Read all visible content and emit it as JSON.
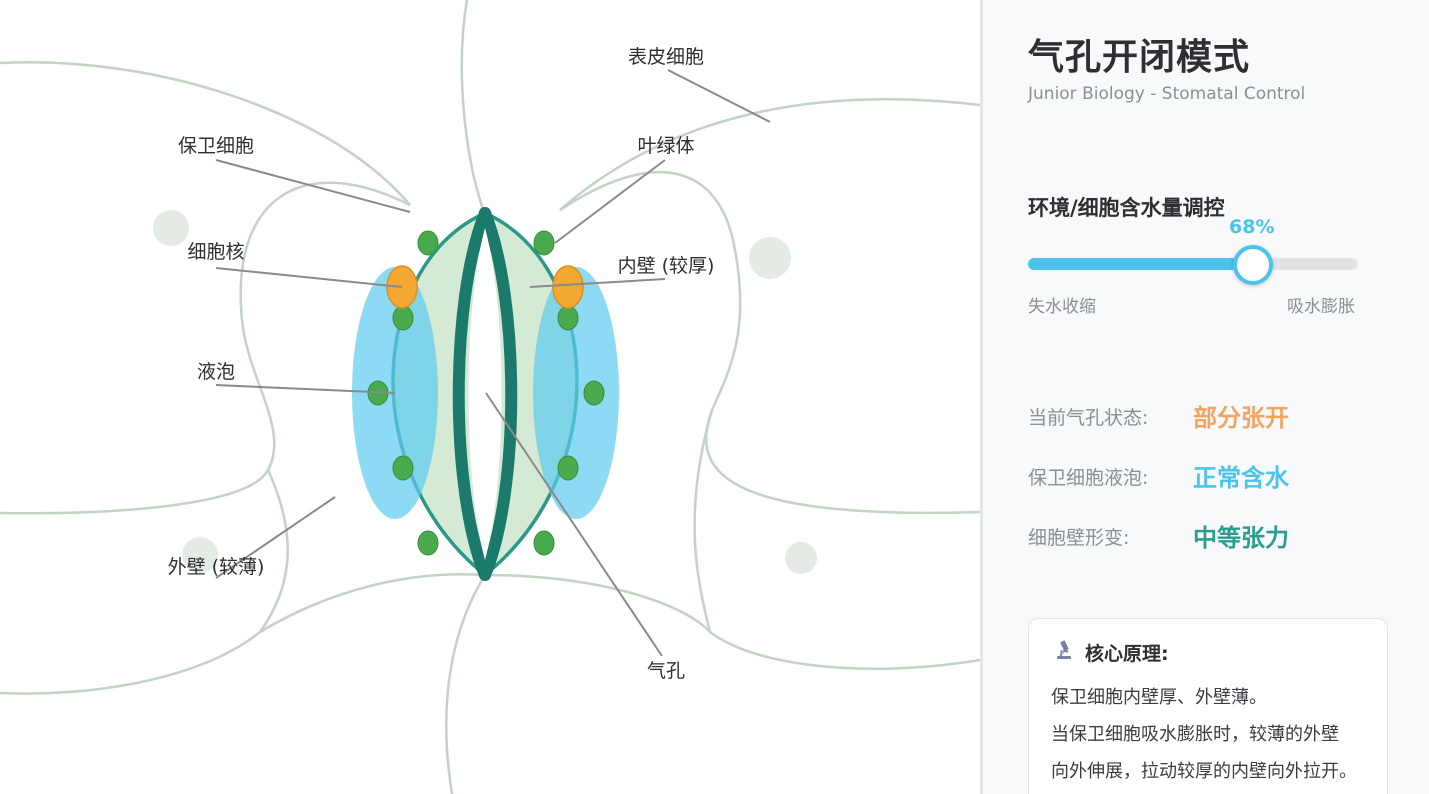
{
  "diagram": {
    "labels": {
      "epidermal_cell": "表皮细胞",
      "guard_cell": "保卫细胞",
      "chloroplast": "叶绿体",
      "nucleus": "细胞核",
      "inner_wall": "内壁 (较厚)",
      "vacuole": "液泡",
      "outer_wall": "外壁 (较薄)",
      "stoma": "气孔"
    },
    "colors": {
      "cell_outline": "#c3d3c4",
      "guard_cell_fill": "#d4ead5",
      "guard_cell_outline": "#2a9985",
      "inner_wall": "#1c7a6c",
      "vacuole": "#5ccbef",
      "chloroplast": "#4aaa4e",
      "nucleus": "#f5a733",
      "leader_line": "#8a8a8a"
    }
  },
  "panel": {
    "title": "气孔开闭模式",
    "subtitle": "Junior Biology - Stomatal Control",
    "slider": {
      "label": "环境/细胞含水量调控",
      "value": 68,
      "value_text": "68%",
      "min_label": "失水收缩",
      "max_label": "吸水膨胀",
      "color": "#4cc3ea"
    },
    "status": [
      {
        "label": "当前气孔状态:",
        "value": "部分张开",
        "color": "#f4a460"
      },
      {
        "label": "保卫细胞液泡:",
        "value": "正常含水",
        "color": "#4cc3ea"
      },
      {
        "label": "细胞壁形变:",
        "value": "中等张力",
        "color": "#2a9d8f"
      }
    ],
    "principle": {
      "icon": "microscope-icon",
      "title": "核心原理:",
      "lines": [
        "保卫细胞内壁厚、外壁薄。",
        "当保卫细胞吸水膨胀时，较薄的外壁",
        "向外伸展，拉动较厚的内壁向外拉开。"
      ]
    }
  }
}
